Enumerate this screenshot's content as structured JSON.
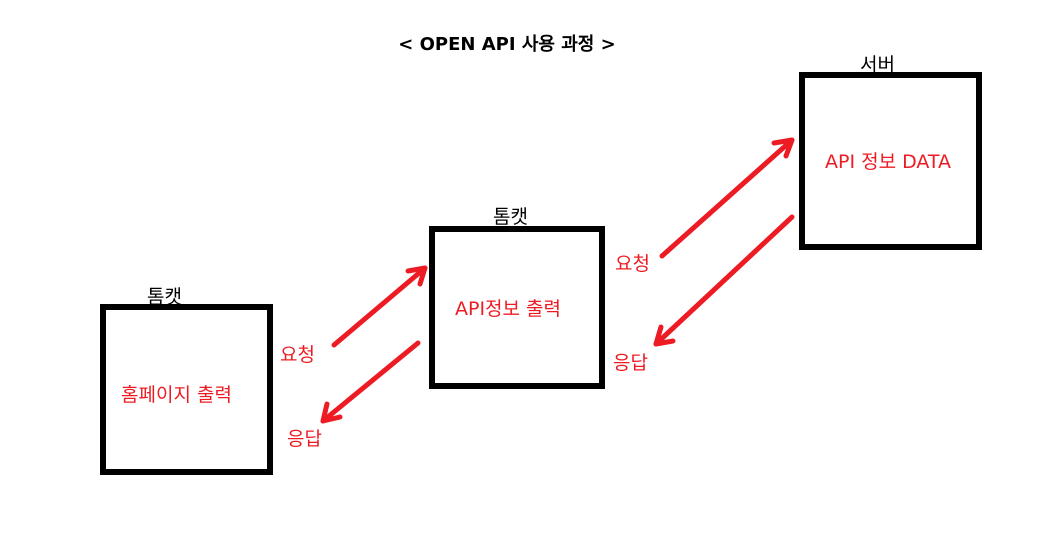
{
  "title": "< OPEN API 사용 과정 >",
  "colors": {
    "accent": "#ed1c24",
    "border": "#000000",
    "background": "#ffffff"
  },
  "nodes": [
    {
      "label": "톰캣",
      "content": "홈페이지 출력"
    },
    {
      "label": "톰캣",
      "content": "API정보 출력"
    },
    {
      "label": "서버",
      "content": "API 정보 DATA"
    }
  ],
  "edges": [
    {
      "from": 0,
      "to": 1,
      "label": "요청"
    },
    {
      "from": 1,
      "to": 0,
      "label": "응답"
    },
    {
      "from": 1,
      "to": 2,
      "label": "요청"
    },
    {
      "from": 2,
      "to": 1,
      "label": "응답"
    }
  ]
}
